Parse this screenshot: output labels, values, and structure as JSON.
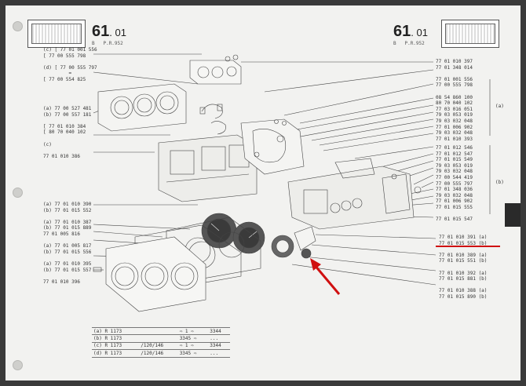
{
  "header": {
    "group": "61",
    "sub": ". 01",
    "code_a": "B",
    "code_b": "P.R.952"
  },
  "left": {
    "r0": "(c) [ 77 01 001 556",
    "r1": "    [ 77 00 555 798",
    "r2": "(d) [ 77 00 555 797",
    "r3": "=",
    "r4": "    [ 77 00 554 825",
    "r5": "(a) 77 00 527 481",
    "r6": "(b) 77 00 557 181",
    "r7": "[ 77 01 010 384",
    "r8": "[ 80 70 040 102",
    "r9": "(c)",
    "r10": "  77 01 010 386",
    "r11": "(a) 77 01 010 390",
    "r12": "(b) 77 01 015 552",
    "r13": "(a) 77 01 010 387",
    "r14": "(b) 77 01 015 889",
    "r15": "    77 01 005 816",
    "r16": "(a) 77 01 005 817",
    "r17": "(b) 77 01 015 556",
    "r18": "(a) 77 01 010 395",
    "r19": "(b) 77 01 015 557",
    "r20": "    77 01 010 396"
  },
  "right": {
    "r0": "77 01 010 397",
    "r1": "77 01 348 014",
    "r2": "77 01 001 556",
    "r3": "77 00 555 798",
    "r4": "08 54 860 100",
    "r5": "80 70 040 102",
    "r6": "77 03 016 051",
    "r7": "79 03 053 019",
    "r8": "79 03 032 048",
    "r9": "77 01 006 902",
    "r10": "79 03 032 048",
    "r11": "77 01 010 393",
    "r12": "",
    "r13": "77 01 012 546",
    "r14": "77 01 012 547",
    "r15": "77 01 015 549",
    "r16": "79 03 053 019",
    "r17": "79 03 032 048",
    "r18": "77 00 544 419",
    "r19": "77 00 555 797",
    "r20": "77 01 348 036",
    "r21": "79 03 032 048",
    "r22": "77 01 006 902",
    "r23": "77 01 015 555",
    "r24": "77 01 015 547",
    "tag_a": "(a)",
    "tag_b": "(b)",
    "r25": "77 01 010 391 (a)",
    "r26": "77 01 015 553 (b)",
    "r27": "77 01 010 389 (a)",
    "r28": "77 01 015 551 (b)",
    "r29": "77 01 010 392 (a)",
    "r30": "77 01 015 881 (b)",
    "r31": "77 01 010 388 (a)",
    "r32": "77 01 015 890 (b)"
  },
  "table": [
    [
      "(a) R 1173",
      "",
      "⇨ 1  ⇨",
      "3344"
    ],
    [
      "(b) R 1173",
      "",
      "3345 ⇨",
      "..."
    ],
    [
      "(c) R 1173",
      "/120/146",
      "⇨ 1  ⇨",
      "3344"
    ],
    [
      "(d) R 1173",
      "/120/146",
      "3345 ⇨",
      "..."
    ]
  ]
}
